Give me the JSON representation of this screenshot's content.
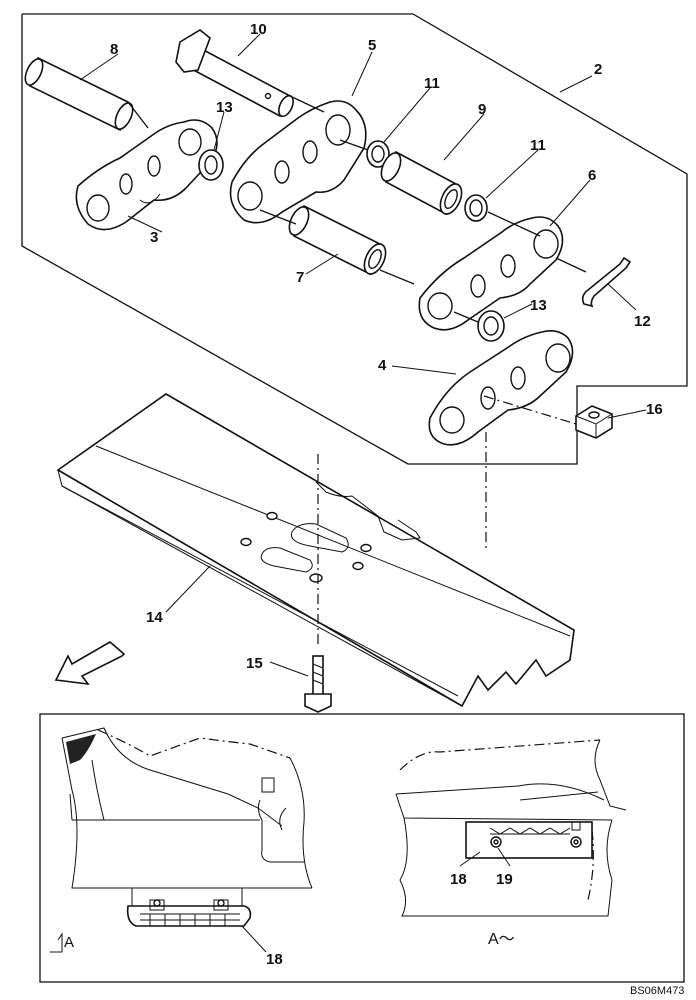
{
  "labels": {
    "p2": "2",
    "p3": "3",
    "p4": "4",
    "p5": "5",
    "p6": "6",
    "p7": "7",
    "p8": "8",
    "p9": "9",
    "p10": "10",
    "p11a": "11",
    "p11b": "11",
    "p12": "12",
    "p13a": "13",
    "p13b": "13",
    "p14": "14",
    "p15": "15",
    "p16": "16",
    "p18a": "18",
    "p18b": "18",
    "p19": "19"
  },
  "view_marker": "A",
  "view_title": "A～",
  "drawing_code": "BS06M473"
}
